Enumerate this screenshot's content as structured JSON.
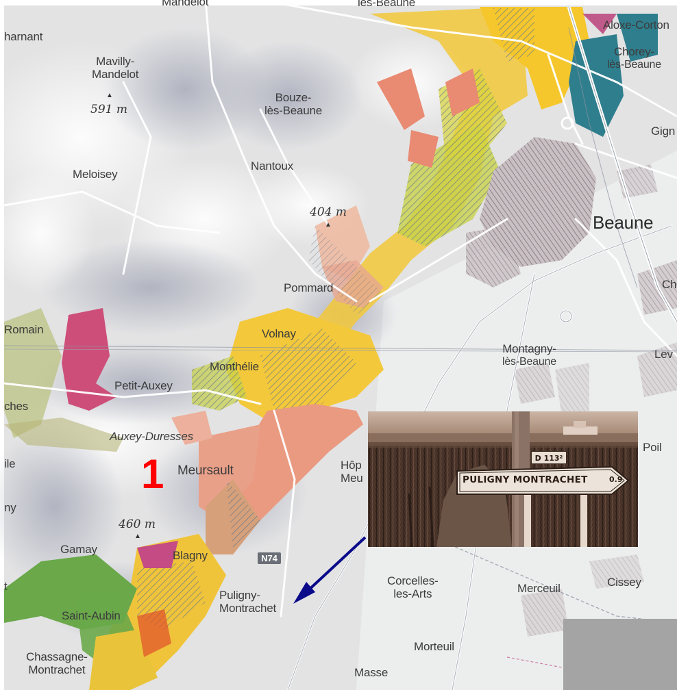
{
  "map": {
    "places": {
      "mandelot_top": "Mandelot",
      "les_beaune_top": "lès-Beaune",
      "charnant": "harnant",
      "aloxe_corton": "Aloxe-Corton",
      "chorey_line1": "Chorey-",
      "chorey_line2": "lès-Beaune",
      "mavilly_line1": "Mavilly-",
      "mavilly_line2": "Mandelot",
      "bouze_line1": "Bouze-",
      "bouze_line2": "lès-Beaune",
      "gigny": "Gign",
      "meloisey": "Meloisey",
      "nantoux": "Nantoux",
      "beaune": "Beaune",
      "pommard": "Pommard",
      "ch_right": "Ch",
      "romain": "Romain",
      "volnay": "Volnay",
      "montagny_line1": "Montagny-",
      "montagny_line2": "lès-Beaune",
      "levernois": "Lev",
      "monthelie": "Monthélie",
      "petit_auxey": "Petit-Auxey",
      "ches": "ches",
      "auxey_duresses": "Auxey-Duresses",
      "poil": "Poil",
      "ile": "ile",
      "meursault": "Meursault",
      "hopital_line1": "Hôp",
      "hopital_line2": "Meu",
      "ny": "ny",
      "gamay": "Gamay",
      "blagny": "Blagny",
      "corcelles_line1": "Corcelles-",
      "corcelles_line2": "les-Arts",
      "merceuil": "Merceuil",
      "cissey": "Cissey",
      "t_left": "t",
      "puligny_line1": "Puligny-",
      "puligny_line2": "Montrachet",
      "saint_aubin": "Saint-Aubin",
      "morteuil": "Morteuil",
      "chassagne_line1": "Chassagne-",
      "chassagne_line2": "Montrachet",
      "masse": "Masse"
    },
    "altitudes": {
      "mavilly": "591 m",
      "hill_404": "404 m",
      "hill_460": "460 m"
    },
    "peak_symbol": "▲",
    "road_badge": "N74",
    "marker": "1",
    "marker_color": "#ff0000",
    "arrow_color": "#0a0a8a"
  },
  "photo": {
    "sign_text": "PULIGNY MONTRACHET",
    "sign_distance": "0.9",
    "road_plate": "D 113²"
  }
}
